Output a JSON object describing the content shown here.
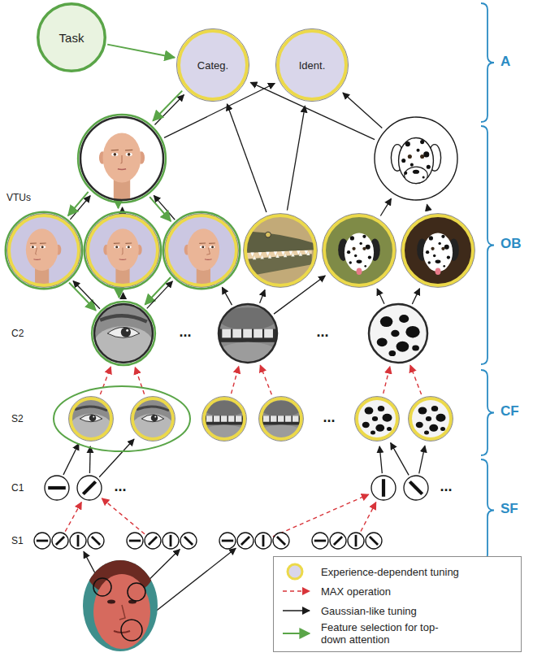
{
  "diagram": {
    "nodes": [
      {
        "text": [
          "Task"
        ]
      },
      {
        "text": [
          "Categ."
        ]
      },
      {
        "text": [
          "Ident."
        ]
      }
    ],
    "edges": [
      {
        "from": 0,
        "to": 1,
        "arrow": "to"
      }
    ],
    "labels": [
      "A",
      "VTUs",
      "OB",
      "C2",
      "...",
      "...",
      "S2",
      "...",
      "CF",
      "C1",
      "...",
      "...",
      "S1",
      "SF"
    ],
    "legend": [
      {
        "text": "Experience-dependent tuning"
      },
      {
        "text": "MAX operation"
      },
      {
        "text": "Gaussian-like tuning"
      },
      {
        "text": "Feature selection for top-down attention"
      }
    ]
  }
}
